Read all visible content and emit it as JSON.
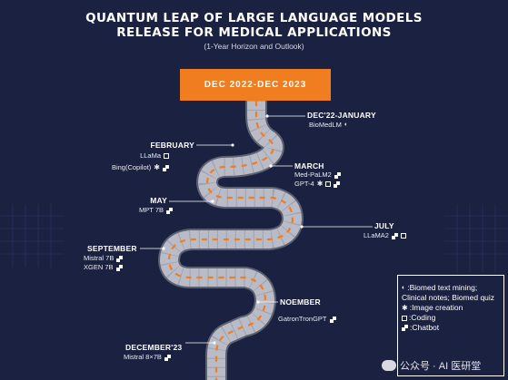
{
  "title": {
    "line1": "QUANTUM LEAP OF LARGE LANGUAGE MODELS",
    "line2": "RELEASE FOR MEDICAL APPLICATIONS",
    "subtitle": "(1-Year Horizon and Outlook)"
  },
  "banner": "DEC 2022-DEC 2023",
  "milestones": {
    "dec22": {
      "label": "DEC'22-JANUARY",
      "models": [
        {
          "name": "BioMedLM",
          "icons": [
            "pill"
          ]
        }
      ]
    },
    "february": {
      "label": "FEBRUARY",
      "models": [
        {
          "name": "LLaMa",
          "icons": [
            "box"
          ]
        },
        {
          "name": "Bing(Copilot)",
          "icons": [
            "star",
            "chat"
          ]
        }
      ]
    },
    "march": {
      "label": "MARCH",
      "models": [
        {
          "name": "Med-PaLM2",
          "icons": [
            "chat"
          ]
        },
        {
          "name": "GPT-4",
          "icons": [
            "star",
            "box",
            "chat"
          ]
        }
      ]
    },
    "may": {
      "label": "MAY",
      "models": [
        {
          "name": "MPT 7B",
          "icons": [
            "chat"
          ]
        }
      ]
    },
    "july": {
      "label": "JULY",
      "models": [
        {
          "name": "LLaMA2",
          "icons": [
            "chat",
            "box"
          ]
        }
      ]
    },
    "september": {
      "label": "SEPTEMBER",
      "models": [
        {
          "name": "Mistral 7B",
          "icons": [
            "chat"
          ]
        },
        {
          "name": "XGEN 7B",
          "icons": [
            "chat"
          ]
        }
      ]
    },
    "november": {
      "label": "NOEMBER",
      "models": [
        {
          "name": "GatronTronGPT",
          "icons": [
            "chat"
          ]
        }
      ]
    },
    "december23": {
      "label": "DECEMBER'23",
      "models": [
        {
          "name": "Mistral 8×7B",
          "icons": [
            "chat"
          ]
        }
      ]
    }
  },
  "legend": {
    "pill": ":Biomed text mining; Clinical notes; Biomed quiz",
    "star": ":Image creation",
    "box": ":Coding",
    "chat": ":Chatbot"
  },
  "watermark": "公众号 · AI 医研堂",
  "colors": {
    "background": "#1b2140",
    "accent": "#f07d1f",
    "road": "#b9bcc6",
    "road_edge": "#5c6172"
  }
}
